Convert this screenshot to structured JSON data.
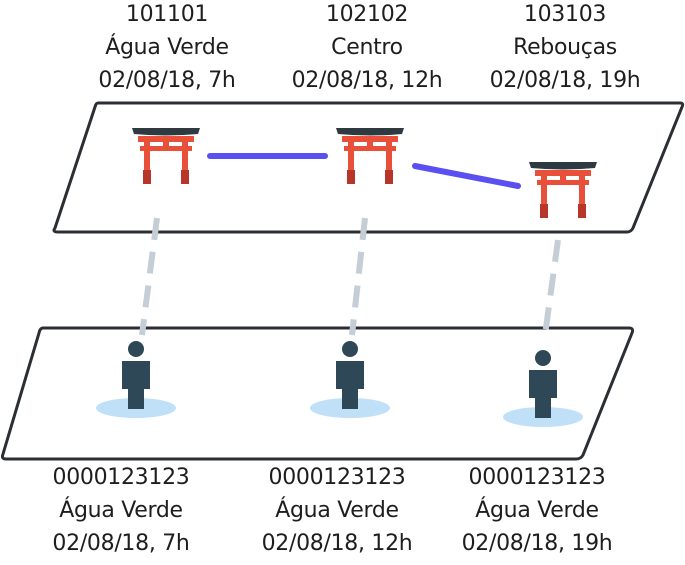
{
  "top_labels": [
    {
      "code": "101101",
      "place": "Água Verde",
      "time": "02/08/18, 7h"
    },
    {
      "code": "102102",
      "place": "Centro",
      "time": "02/08/18, 12h"
    },
    {
      "code": "103103",
      "place": "Rebouças",
      "time": "02/08/18, 19h"
    }
  ],
  "bottom_labels": [
    {
      "code": "0000123123",
      "place": "Água Verde",
      "time": "02/08/18, 7h"
    },
    {
      "code": "0000123123",
      "place": "Água Verde",
      "time": "02/08/18, 12h"
    },
    {
      "code": "0000123123",
      "place": "Água Verde",
      "time": "02/08/18, 19h"
    }
  ],
  "colors": {
    "plane_stroke": "#2b2f33",
    "gate_red": "#e8503a",
    "gate_dark_red": "#b8352a",
    "gate_roof": "#2f3a40",
    "link_blue": "#5a4ff0",
    "dash_gray": "#c5ced6",
    "person": "#2f4858",
    "shadow": "#bfe0f7"
  },
  "icons": {
    "place": "torii-gate-icon",
    "person": "person-icon"
  }
}
